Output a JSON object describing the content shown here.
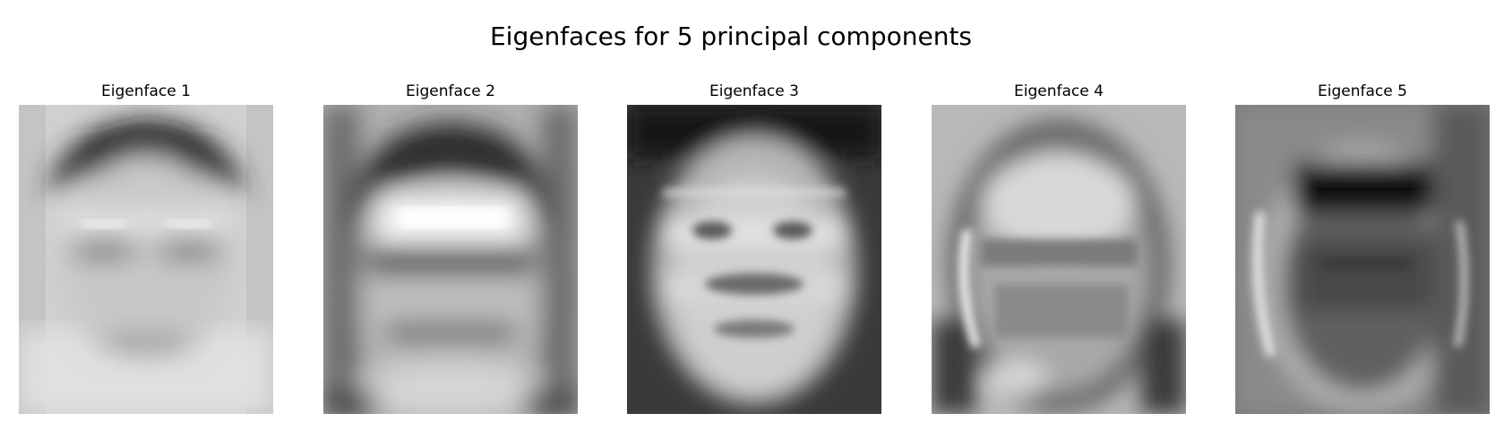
{
  "figure": {
    "title": "Eigenfaces for 5 principal components"
  },
  "panels": [
    {
      "title": "Eigenface 1"
    },
    {
      "title": "Eigenface 2"
    },
    {
      "title": "Eigenface 3"
    },
    {
      "title": "Eigenface 4"
    },
    {
      "title": "Eigenface 5"
    }
  ],
  "colors": {
    "background": "#ffffff",
    "colormap": "gray"
  }
}
